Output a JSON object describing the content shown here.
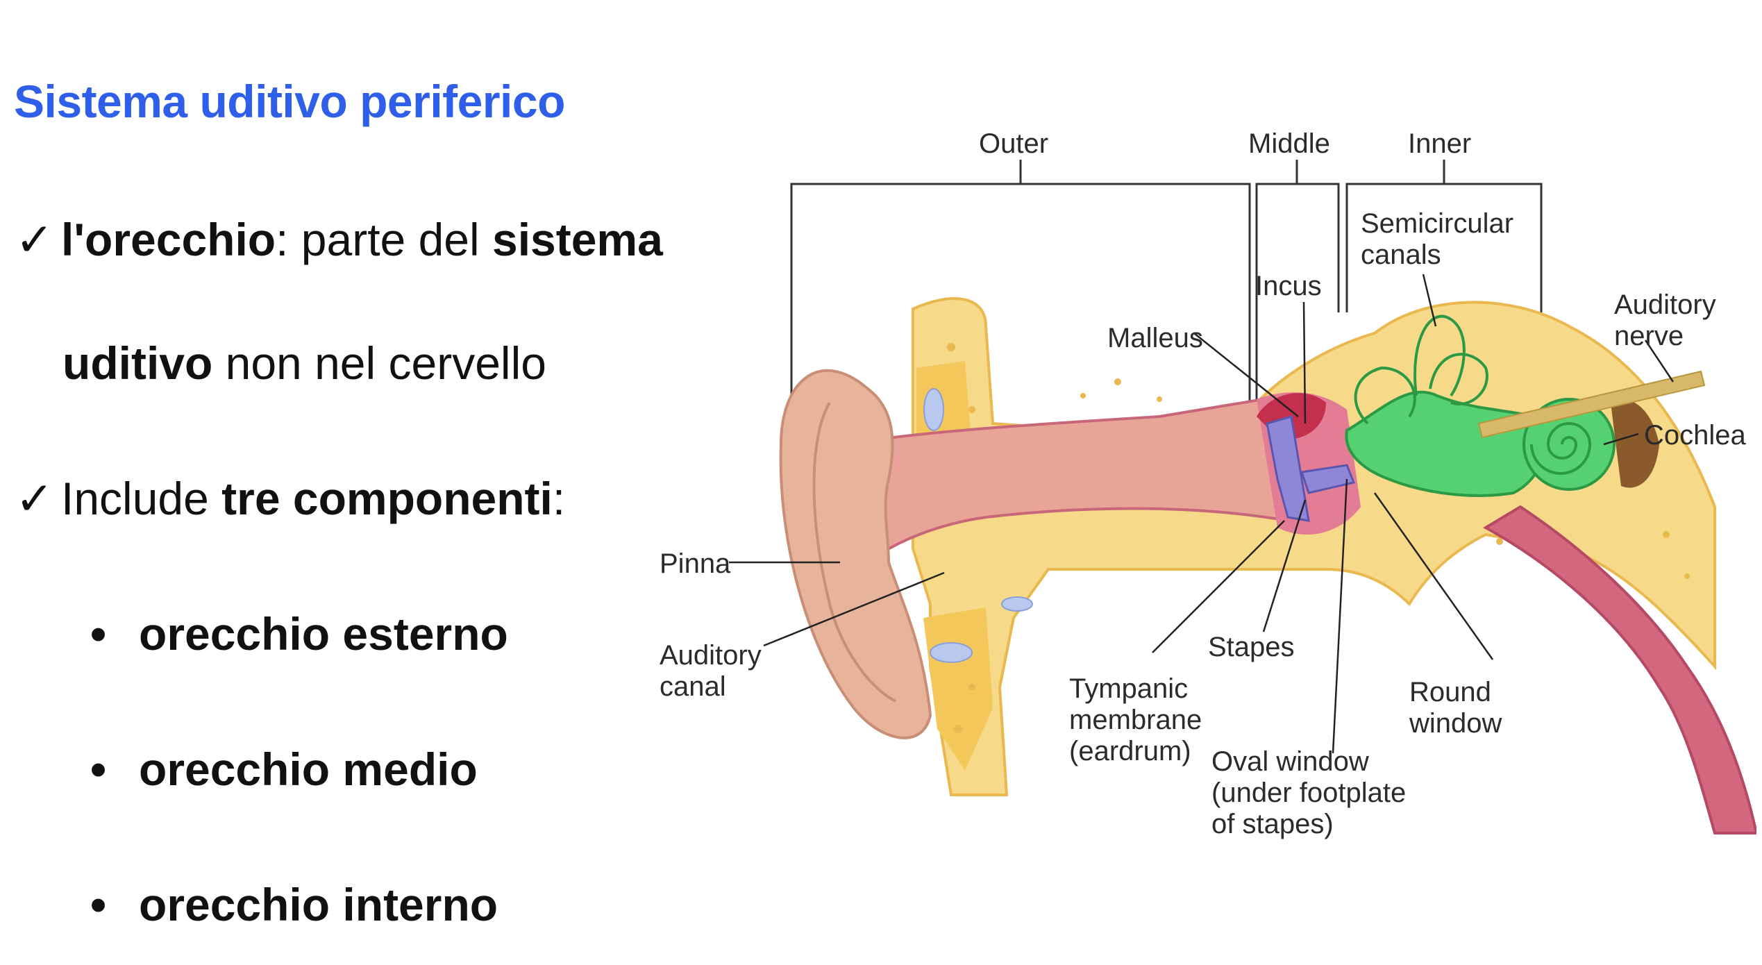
{
  "title": "Sistema uditivo periferico",
  "colors": {
    "title": "#2f5ee8",
    "bone": "#f7d98a",
    "bone_dark": "#e9b84e",
    "skin": "#e7b49b",
    "canal": "#c9677a",
    "ossicle": "#8e86d6",
    "malleus": "#c42f4e",
    "inner_ear": "#55d171",
    "nerve": "#d8b86a"
  },
  "points": [
    {
      "check": "✓",
      "bold1": "l'orecchio",
      "text1": ": parte del ",
      "bold2": "sistema",
      "cont_bold": "uditivo",
      "cont_text": " non nel cervello"
    },
    {
      "check": "✓",
      "text1": "Include ",
      "bold1": "tre componenti",
      "text2": ":"
    }
  ],
  "bullets": [
    {
      "dot": "•",
      "label": "orecchio esterno"
    },
    {
      "dot": "•",
      "label": "orecchio medio"
    },
    {
      "dot": "•",
      "label": "orecchio interno"
    }
  ],
  "diagram": {
    "sections": {
      "outer": "Outer",
      "middle": "Middle",
      "inner": "Inner"
    },
    "labels": {
      "semicircular_1": "Semicircular",
      "semicircular_2": "canals",
      "incus": "Incus",
      "malleus": "Malleus",
      "auditory_nerve_1": "Auditory",
      "auditory_nerve_2": "nerve",
      "cochlea": "Cochlea",
      "pinna": "Pinna",
      "auditory_canal_1": "Auditory",
      "auditory_canal_2": "canal",
      "stapes": "Stapes",
      "tympanic_1": "Tympanic",
      "tympanic_2": "membrane",
      "tympanic_3": "(eardrum)",
      "round_1": "Round",
      "round_2": "window",
      "oval_1": "Oval window",
      "oval_2": "(under footplate",
      "oval_3": "of stapes)"
    }
  }
}
